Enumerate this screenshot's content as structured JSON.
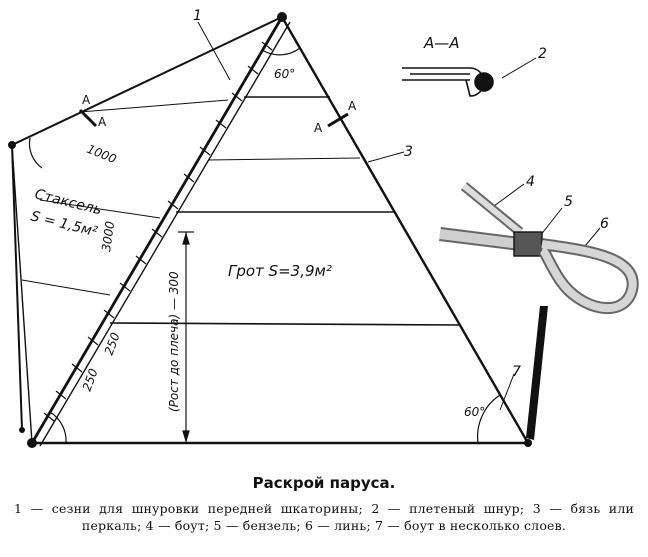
{
  "section_label": "А—А",
  "labels": {
    "angle_top": "60°",
    "angle_bottom": "60°",
    "dim_1000": "1000",
    "dim_3000": "3000",
    "dim_250a": "250",
    "dim_250b": "250",
    "dim_height": "(Рост до плеча) — 300",
    "section_mark_1": "А",
    "section_mark_2": "А",
    "section_mark_3": "А",
    "section_mark_4": "А"
  },
  "callouts": [
    "1",
    "2",
    "3",
    "4",
    "5",
    "6",
    "7"
  ],
  "staysail": {
    "line1": "Стаксель",
    "line2": "S = 1,5м²"
  },
  "mainsail": {
    "text": "Грот  S=3,9м²"
  },
  "caption": {
    "title": "Раскрой паруса.",
    "legend": "1 — сезни для шнуровки передней шкаторины; 2 — плетеный шнур; 3 — бязь или перкаль; 4 — боут; 5 — бензель; 6 — линь; 7 — боут в несколько слоев."
  }
}
